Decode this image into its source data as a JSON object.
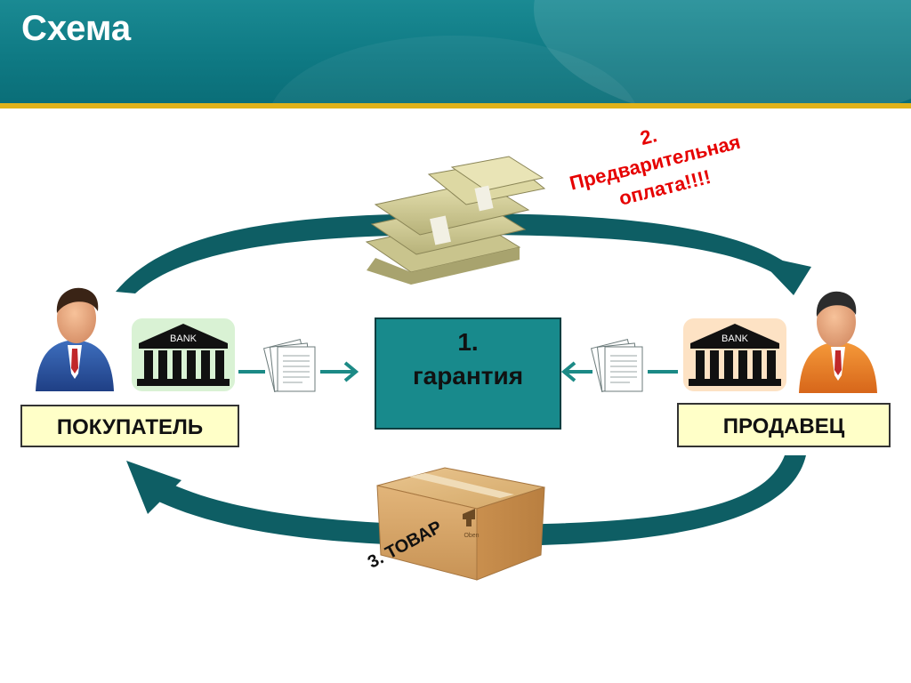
{
  "title": "Схема",
  "buyer_label": "ПОКУПАТЕЛЬ",
  "seller_label": "ПРОДАВЕЦ",
  "center_box": {
    "line1": "1.",
    "line2": "гарантия"
  },
  "payment_note": {
    "line1": "2.",
    "line2": "Предварительная",
    "line3": "оплата!!!!"
  },
  "goods_note": "3. ТОВАР",
  "bank_sign": "BANK",
  "colors": {
    "header": "#0f7a84",
    "accent_gold": "#e0b21a",
    "teal_arrow": "#0e5e64",
    "box_fill": "#188a8c",
    "label_fill": "#ffffc8",
    "note_red": "#e60000"
  }
}
